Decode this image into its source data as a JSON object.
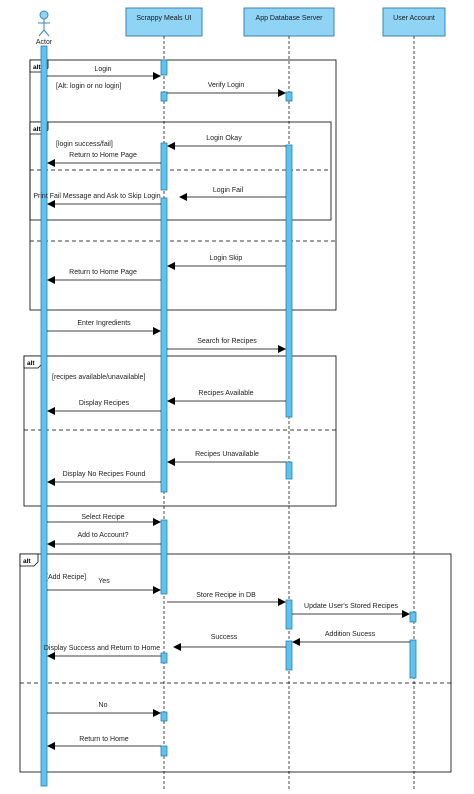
{
  "colors": {
    "activation_fill": "#5ec4ef",
    "activation_stroke": "#2a7fb0",
    "header_fill": "#8fd3f5",
    "header_stroke": "#3a86b5",
    "line": "#000000"
  },
  "actor": {
    "label": "Actor",
    "icon": "stick-figure-icon"
  },
  "lifelines": [
    {
      "id": "ui",
      "label": "Scrappy Meals UI"
    },
    {
      "id": "db",
      "label": "App Database Server"
    },
    {
      "id": "user",
      "label": "User Account"
    }
  ],
  "frames": [
    {
      "id": "alt-login",
      "tag": "alt",
      "guard": "[Alt: login or no login]"
    },
    {
      "id": "alt-login-result",
      "tag": "alt",
      "guard": "[login success/fail]"
    },
    {
      "id": "alt-recipes",
      "tag": "alt",
      "guard": "[recipes available/unavailable]"
    },
    {
      "id": "alt-add-recipe",
      "tag": "alt",
      "guard": "[Add Recipe]"
    }
  ],
  "messages": [
    {
      "id": "m1",
      "label": "Login"
    },
    {
      "id": "m2",
      "label": "Verify Login"
    },
    {
      "id": "m3",
      "label": "Login Okay"
    },
    {
      "id": "m4",
      "label": "Return to Home Page"
    },
    {
      "id": "m5",
      "label": "Login Fail"
    },
    {
      "id": "m6",
      "label": "Print Fail Message and Ask to Skip Login"
    },
    {
      "id": "m7",
      "label": "Login Skip"
    },
    {
      "id": "m8",
      "label": "Return to Home Page"
    },
    {
      "id": "m9",
      "label": "Enter Ingredients"
    },
    {
      "id": "m10",
      "label": "Search for Recipes"
    },
    {
      "id": "m11",
      "label": "Recipes Available"
    },
    {
      "id": "m12",
      "label": "Display Recipes"
    },
    {
      "id": "m13",
      "label": "Recipes Unavailable"
    },
    {
      "id": "m14",
      "label": "Display No Recipes Found"
    },
    {
      "id": "m15",
      "label": "Select Recipe"
    },
    {
      "id": "m16",
      "label": "Add to Account?"
    },
    {
      "id": "m17",
      "label": "Yes"
    },
    {
      "id": "m18",
      "label": "Store Recipe in DB"
    },
    {
      "id": "m19",
      "label": "Update User's Stored Recipes"
    },
    {
      "id": "m20",
      "label": "Addition Sucess"
    },
    {
      "id": "m21",
      "label": "Success"
    },
    {
      "id": "m22",
      "label": "Display Success and Return to Home"
    },
    {
      "id": "m23",
      "label": "No"
    },
    {
      "id": "m24",
      "label": "Return to Home"
    }
  ]
}
